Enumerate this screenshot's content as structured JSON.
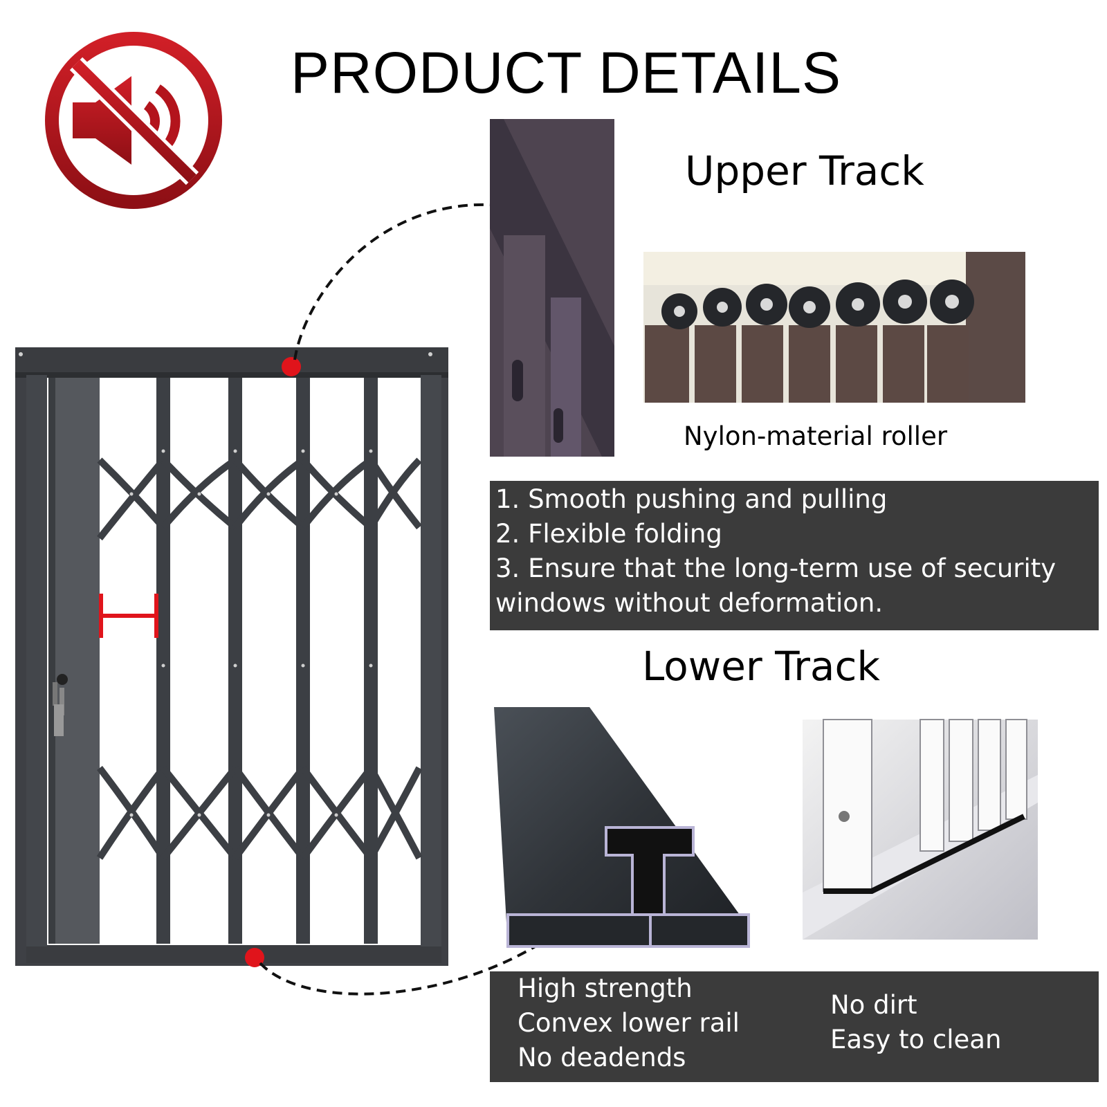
{
  "title": "PRODUCT DETAILS",
  "upper_track": {
    "heading": "Upper Track",
    "roller_caption": "Nylon-material roller",
    "features": [
      "1. Smooth pushing and pulling",
      "2. Flexible folding",
      "3. Ensure that the long-term use of security",
      "windows without deformation."
    ]
  },
  "lower_track": {
    "heading": "Lower Track",
    "features_left": [
      "High strength",
      "Convex lower rail",
      "No deadends"
    ],
    "features_right": [
      "No dirt",
      "Easy to clean"
    ]
  },
  "icons": {
    "badge": "no-noise-icon",
    "badge_color": "#b3141c"
  },
  "colors": {
    "frame": "#3e4045",
    "marker": "#e0141b",
    "box": "#3b3b3b"
  }
}
